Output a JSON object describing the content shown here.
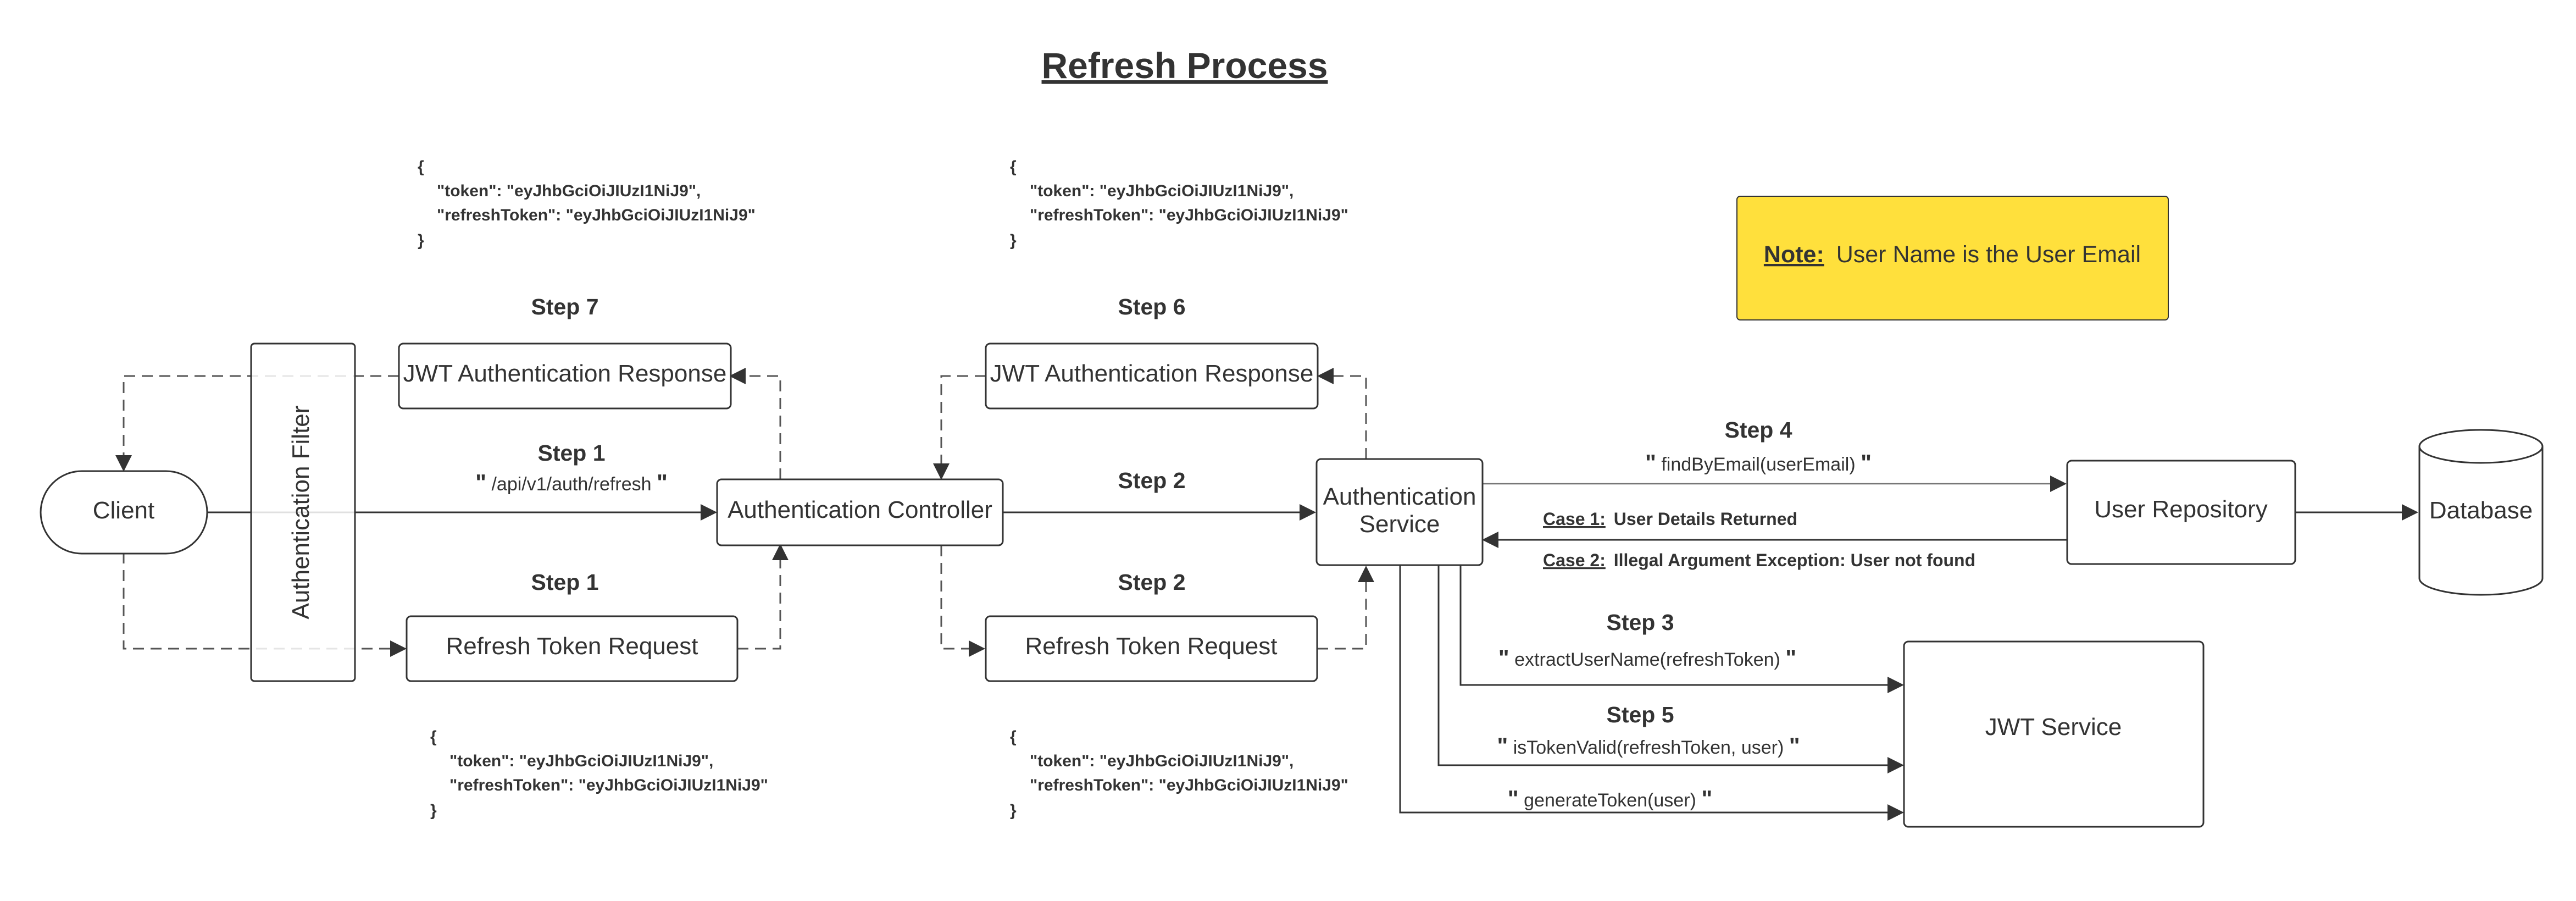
{
  "title": "Refresh Process",
  "nodes": {
    "client": "Client",
    "filter": "Authentication Filter",
    "controller": "Authentication Controller",
    "service_line1": "Authentication",
    "service_line2": "Service",
    "user_repository": "User Repository",
    "database": "Database",
    "jwt_service": "JWT Service",
    "response_left": "JWT Authentication Response",
    "response_right": "JWT Authentication Response",
    "request_left": "Refresh Token Request",
    "request_right": "Refresh Token Request"
  },
  "steps": {
    "step7": "Step 7",
    "step6": "Step 6",
    "step1_top": "Step 1",
    "step1_bottom": "Step 1",
    "step2_top": "Step 2",
    "step2_bottom": "Step 2",
    "step3": "Step 3",
    "step4": "Step 4",
    "step5": "Step 5"
  },
  "edges": {
    "endpoint": "/api/v1/auth/refresh",
    "find_by_email": "findByEmail(userEmail)",
    "extract_user_name": "extractUserName(refreshToken)",
    "is_token_valid": "isTokenValid(refreshToken, user)",
    "generate_token": "generateToken(user)",
    "quote_mark": "\""
  },
  "cases": {
    "case1_label": "Case 1:",
    "case1_text": "User Details Returned",
    "case2_label": "Case 2:",
    "case2_text": "Illegal Argument Exception: User not found"
  },
  "note": {
    "label": "Note:",
    "text": "User Name is the User Email",
    "color": "#FFE03C"
  },
  "json_payload": {
    "open": "{",
    "token_line": "\"token\": \"eyJhbGciOiJIUzI1NiJ9\",",
    "refresh_line": "\"refreshToken\": \"eyJhbGciOiJIUzI1NiJ9\"",
    "close": "}"
  }
}
